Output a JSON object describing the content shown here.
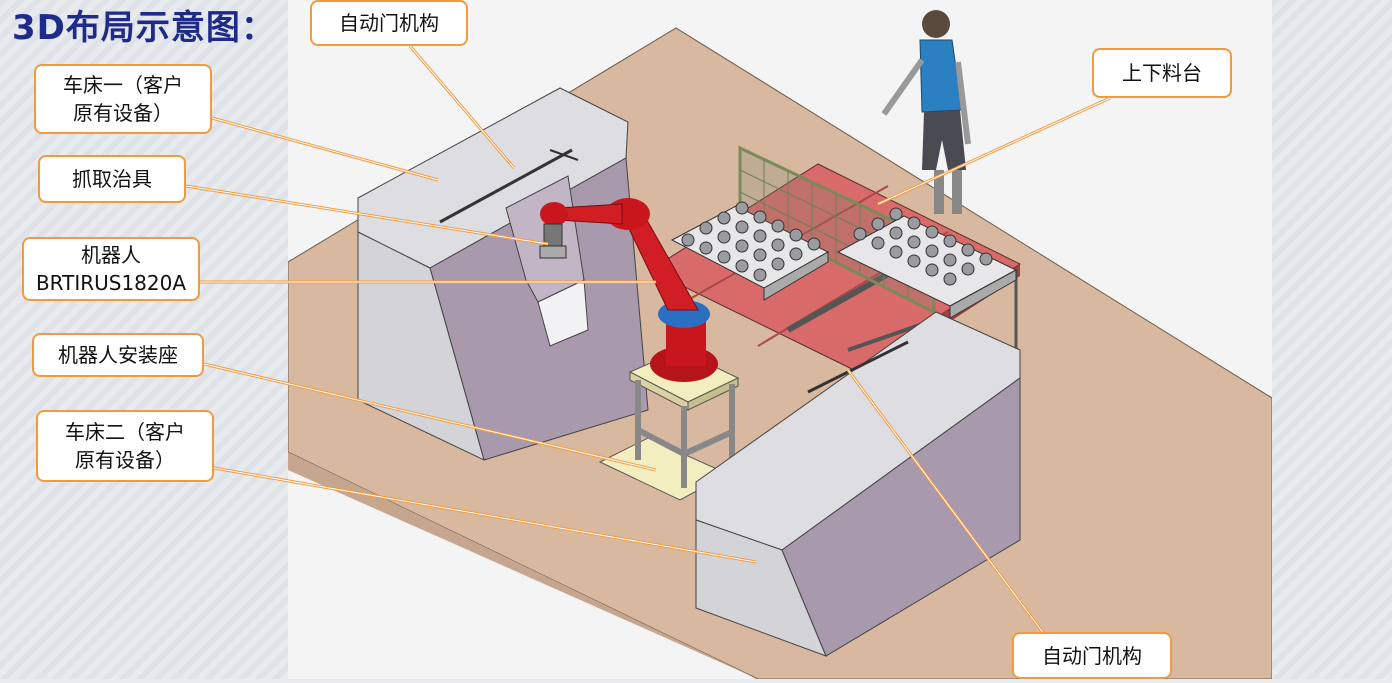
{
  "title": "3D布局示意图：",
  "callouts": {
    "auto_door_top": "自动门机构",
    "lathe1_line1": "车床一（客户",
    "lathe1_line2": "原有设备）",
    "gripper": "抓取治具",
    "robot_line1": "机器人",
    "robot_line2": "BRTIRUS1820A",
    "robot_base": "机器人安装座",
    "lathe2_line1": "车床二（客户",
    "lathe2_line2": "原有设备）",
    "loading_table": "上下料台",
    "auto_door_bottom": "自动门机构"
  },
  "colors": {
    "title": "#1f2b8a",
    "callout_border": "#f19a3e",
    "floor": "#d8b9a0",
    "machine_light": "#d8d8dc",
    "machine_dark": "#8a7b8e",
    "robot": "#c8161c",
    "robot_joint": "#2a6fc2",
    "table": "#d96a6a",
    "base_frame": "#f3eec0"
  }
}
